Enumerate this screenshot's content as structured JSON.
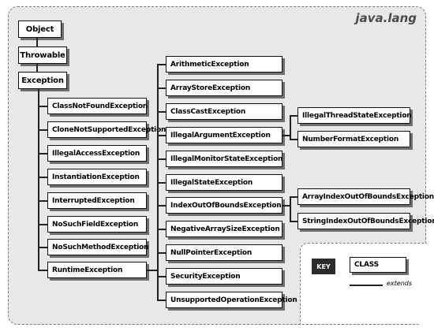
{
  "package": "java.lang",
  "root": [
    "Object",
    "Throwable",
    "Exception"
  ],
  "exception_children": [
    "ClassNotFoundException",
    "CloneNotSupportedException",
    "IllegalAccessException",
    "InstantiationException",
    "InterruptedException",
    "NoSuchFieldException",
    "NoSuchMethodException",
    "RuntimeException"
  ],
  "runtime_children": [
    "ArithmeticException",
    "ArrayStoreException",
    "ClassCastException",
    "IllegalArgumentException",
    "IllegalMonitorStateException",
    "IllegalStateException",
    "IndexOutOfBoundsException",
    "NegativeArraySizeException",
    "NullPointerException",
    "SecurityException",
    "UnsupportedOperationException"
  ],
  "illegal_argument_children": [
    "IllegalThreadStateException",
    "NumberFormatException"
  ],
  "index_out_of_bounds_children": [
    "ArrayIndexOutOfBoundsException",
    "StringIndexOutOfBoundsException"
  ],
  "key": {
    "label": "KEY",
    "class_label": "CLASS",
    "extends_label": "extends"
  }
}
